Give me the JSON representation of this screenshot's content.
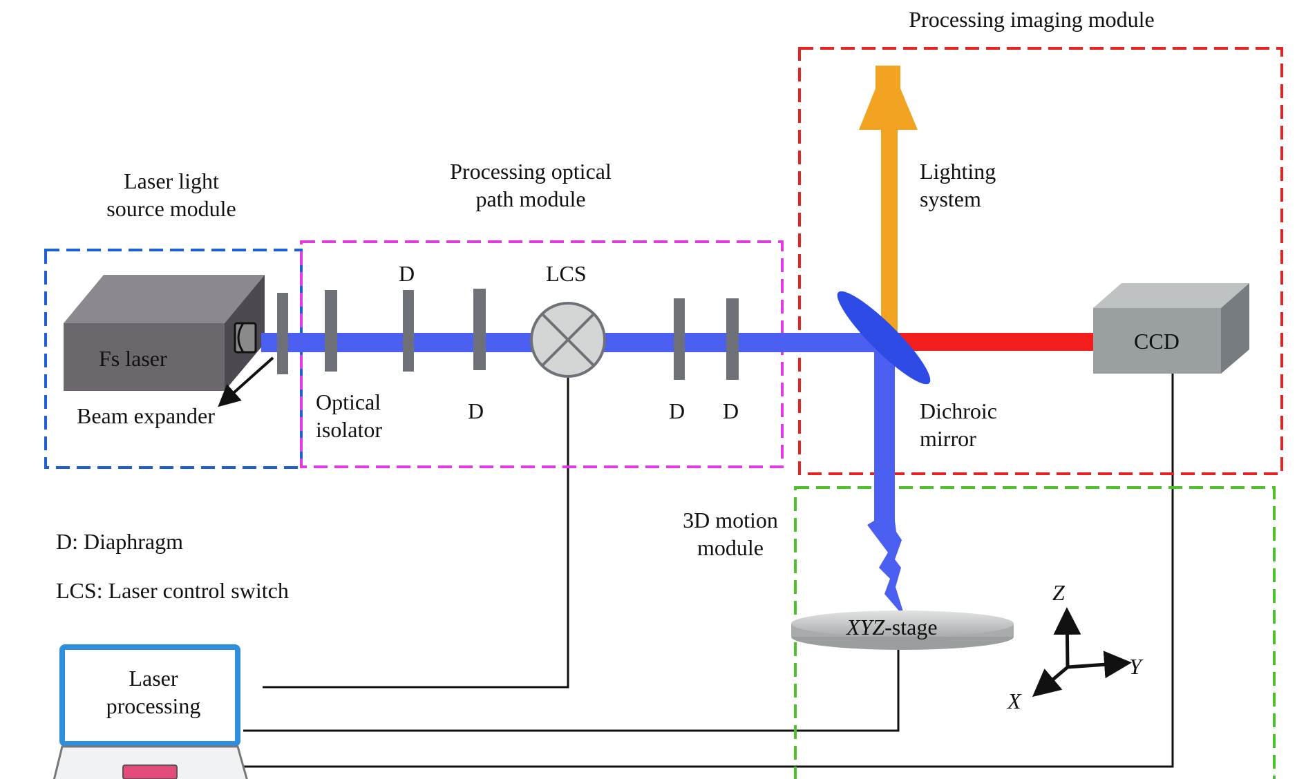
{
  "modules": {
    "laser_source": "Laser light\nsource module",
    "optical_path": "Processing optical\npath module",
    "imaging": "Processing imaging module",
    "motion": "3D motion\nmodule"
  },
  "components": {
    "fs_laser": "Fs laser",
    "beam_expander": "Beam expander",
    "optical_isolator": "Optical\nisolator",
    "diaphragm": "D",
    "lcs": "LCS",
    "lighting_system": "Lighting\nsystem",
    "ccd": "CCD",
    "dichroic_mirror": "Dichroic\nmirror",
    "stage_prefix": "XYZ",
    "stage_suffix": "-stage",
    "computer": "Laser\nprocessing"
  },
  "axes": {
    "z": "Z",
    "y": "Y",
    "x": "X"
  },
  "legend": {
    "d": "D: Diaphragm",
    "lcs": "LCS: Laser control switch"
  },
  "colors": {
    "laser_source_box": "#1f5fd6",
    "optical_path_box": "#e03ce0",
    "imaging_box": "#e52323",
    "motion_box": "#4fbf2a",
    "laser_beam": "#4b5ff0",
    "lighting_beam": "#f2a322",
    "ccd_beam": "#f21d1d",
    "laptop_frame": "#2f8fdc"
  }
}
